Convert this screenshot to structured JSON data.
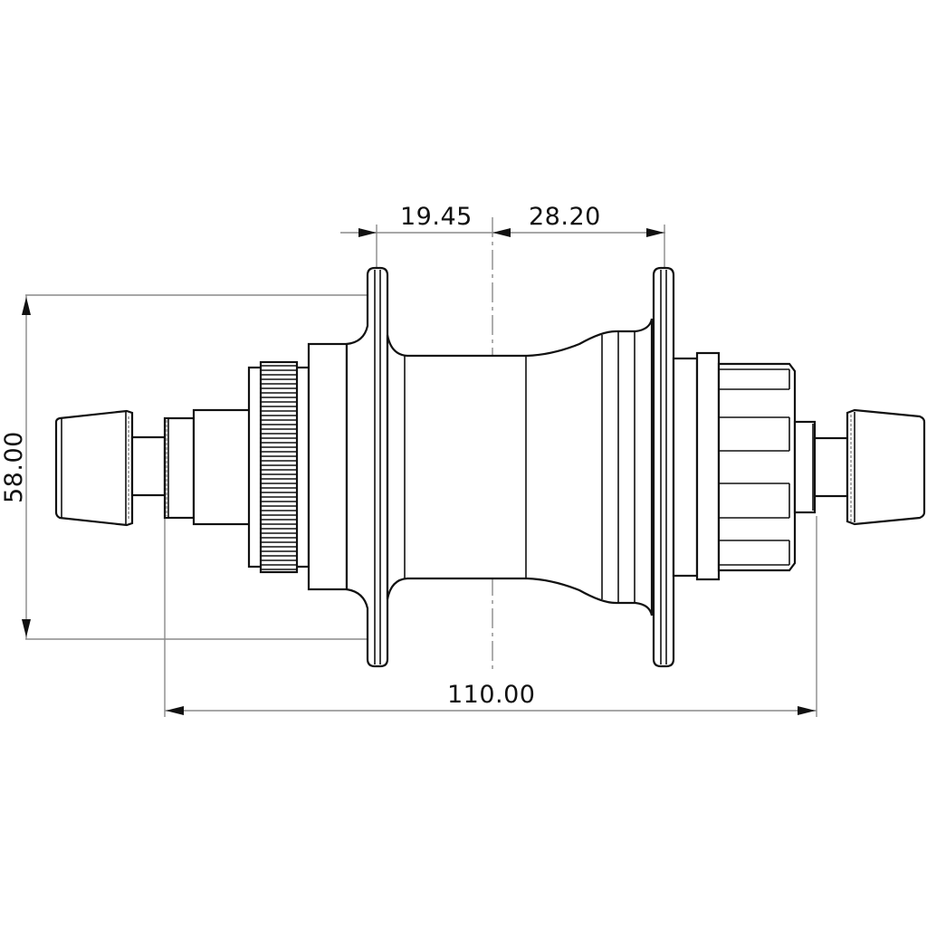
{
  "drawing": {
    "subject": "bicycle hub side view technical drawing",
    "units": "mm",
    "dimensions": {
      "left_flange_to_center": "19.45",
      "center_to_right_flange": "28.20",
      "flange_diameter": "58.00",
      "overall_width": "110.00"
    }
  },
  "colors": {
    "line": "#111111",
    "dimension_line": "#8a8a8a",
    "background": "#ffffff"
  }
}
